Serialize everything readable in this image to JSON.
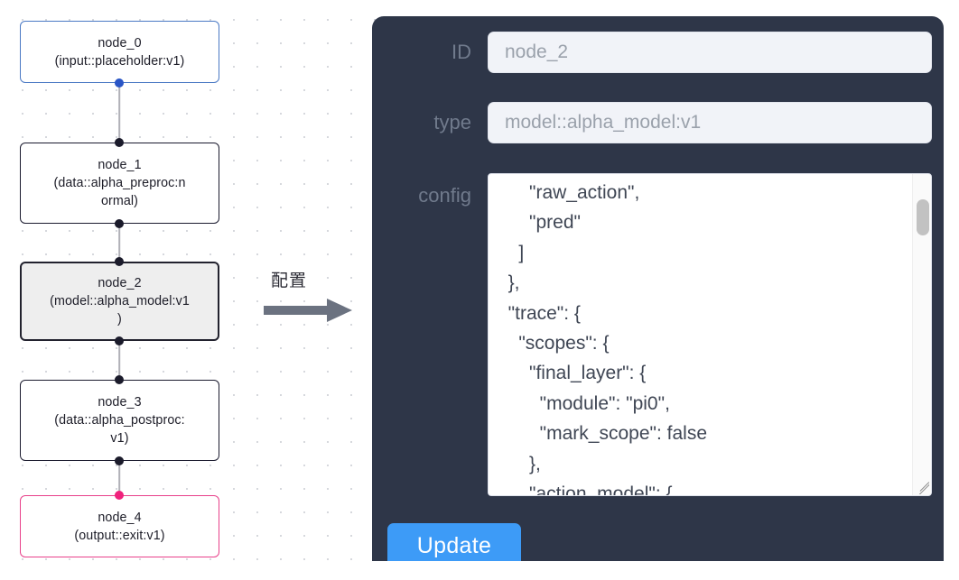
{
  "canvas": {
    "nodes": [
      {
        "id": "node_0",
        "title": "node_0",
        "subtitle": "(input::placeholder:v1)",
        "variant": "input"
      },
      {
        "id": "node_1",
        "title": "node_1",
        "subtitle": "(data::alpha_preproc:n\normal)",
        "variant": "default"
      },
      {
        "id": "node_2",
        "title": "node_2",
        "subtitle": "(model::alpha_model:v1\n)",
        "variant": "selected"
      },
      {
        "id": "node_3",
        "title": "node_3",
        "subtitle": "(data::alpha_postproc:\nv1)",
        "variant": "default"
      },
      {
        "id": "node_4",
        "title": "node_4",
        "subtitle": "(output::exit:v1)",
        "variant": "output"
      }
    ],
    "handle_colors": {
      "input": "#2a56c6",
      "default": "#1b1b2b",
      "output": "#f0227c"
    },
    "edge_color": "#b1b1b7"
  },
  "arrow": {
    "caption": "配置",
    "color": "#6b7280"
  },
  "panel": {
    "background": "#2e3648",
    "fields": [
      {
        "label": "ID",
        "value": "node_2"
      },
      {
        "label": "type",
        "value": "model::alpha_model:v1"
      },
      {
        "label": "config",
        "value": ""
      }
    ],
    "config_label": "config",
    "config_text": "      \"raw_action\",\n      \"pred\"\n    ]\n  },\n  \"trace\": {\n    \"scopes\": {\n      \"final_layer\": {\n        \"module\": \"pi0\",\n        \"mark_scope\": false\n      },\n      \"action_model\": {",
    "update_label": "Update",
    "update_color": "#3d9bf7",
    "label_color": "#707a8c",
    "field_text_color": "#9aa1ab"
  }
}
